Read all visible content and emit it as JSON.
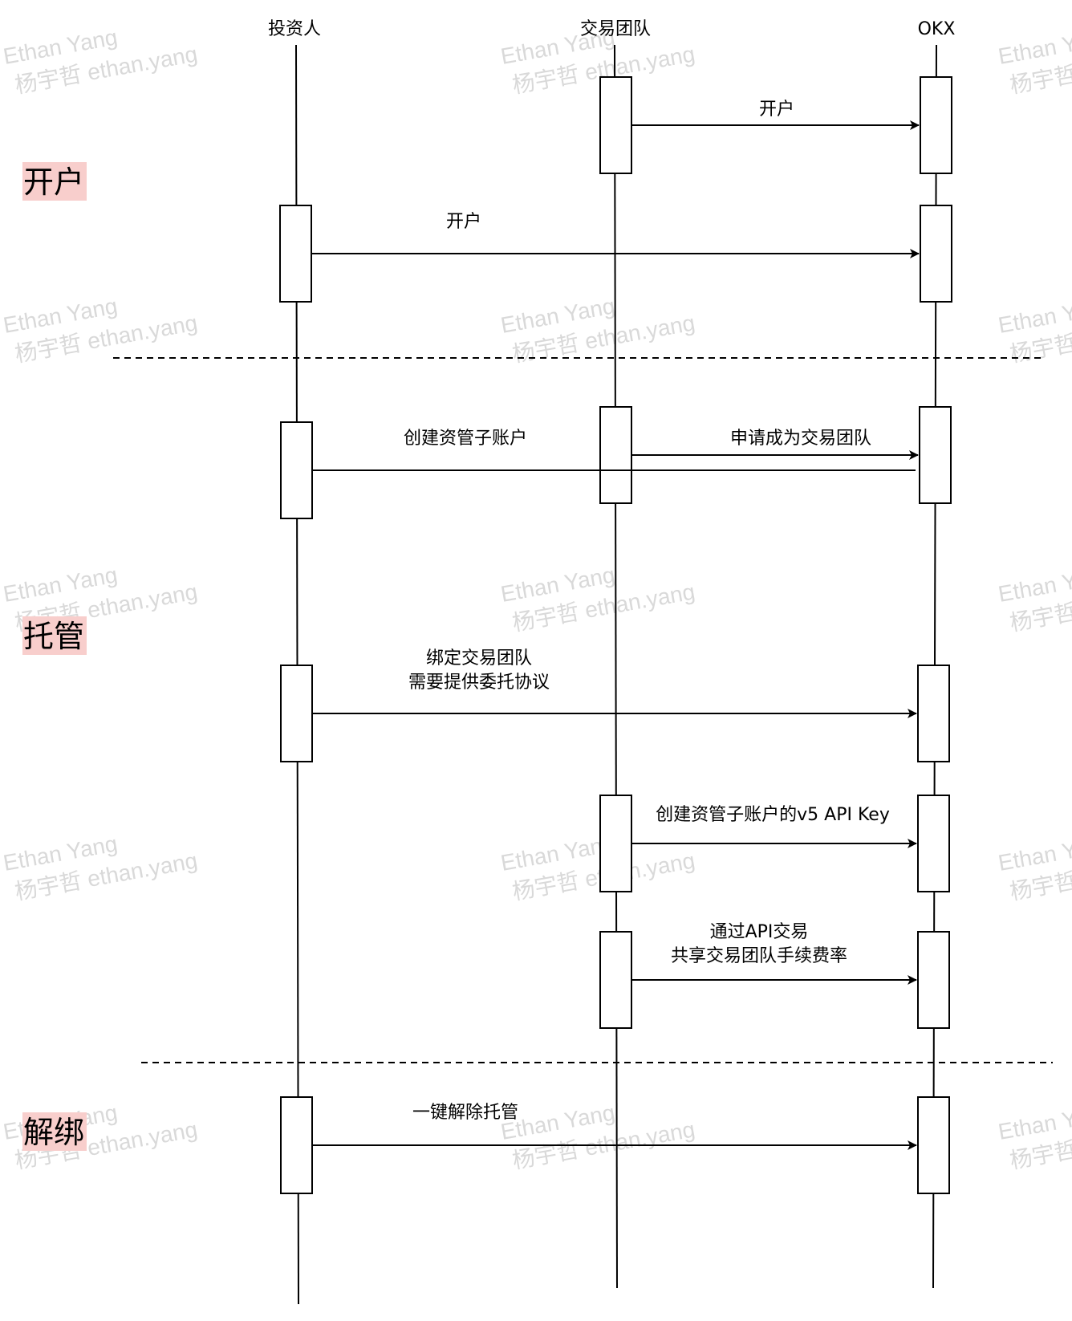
{
  "colors": {
    "phase_highlight": "#f8cecc",
    "line": "#000000",
    "watermark": "#d9d9d9"
  },
  "watermark": {
    "line1": "Ethan Yang",
    "line2": "杨宇哲 ethan.yang"
  },
  "actors": [
    {
      "id": "investor",
      "label": "投资人"
    },
    {
      "id": "team",
      "label": "交易团队"
    },
    {
      "id": "okx",
      "label": "OKX"
    }
  ],
  "phases": [
    {
      "id": "open",
      "label": "开户"
    },
    {
      "id": "custody",
      "label": "托管"
    },
    {
      "id": "unbind",
      "label": "解绑"
    }
  ],
  "messages": [
    {
      "id": "team-open",
      "from": "team",
      "to": "okx",
      "lines": [
        "开户"
      ]
    },
    {
      "id": "investor-open",
      "from": "investor",
      "to": "okx",
      "lines": [
        "开户"
      ]
    },
    {
      "id": "create-subaccount",
      "from": "investor",
      "to": "okx",
      "lines": [
        "创建资管子账户"
      ]
    },
    {
      "id": "apply-team",
      "from": "team",
      "to": "okx",
      "lines": [
        "申请成为交易团队"
      ]
    },
    {
      "id": "bind-team",
      "from": "investor",
      "to": "okx",
      "lines": [
        "绑定交易团队",
        "需要提供委托协议"
      ]
    },
    {
      "id": "create-api-key",
      "from": "team",
      "to": "okx",
      "lines": [
        "创建资管子账户的v5 API Key"
      ]
    },
    {
      "id": "trade-api",
      "from": "team",
      "to": "okx",
      "lines": [
        "通过API交易",
        "共享交易团队手续费率"
      ]
    },
    {
      "id": "unbind-custody",
      "from": "investor",
      "to": "okx",
      "lines": [
        "一键解除托管"
      ]
    }
  ]
}
